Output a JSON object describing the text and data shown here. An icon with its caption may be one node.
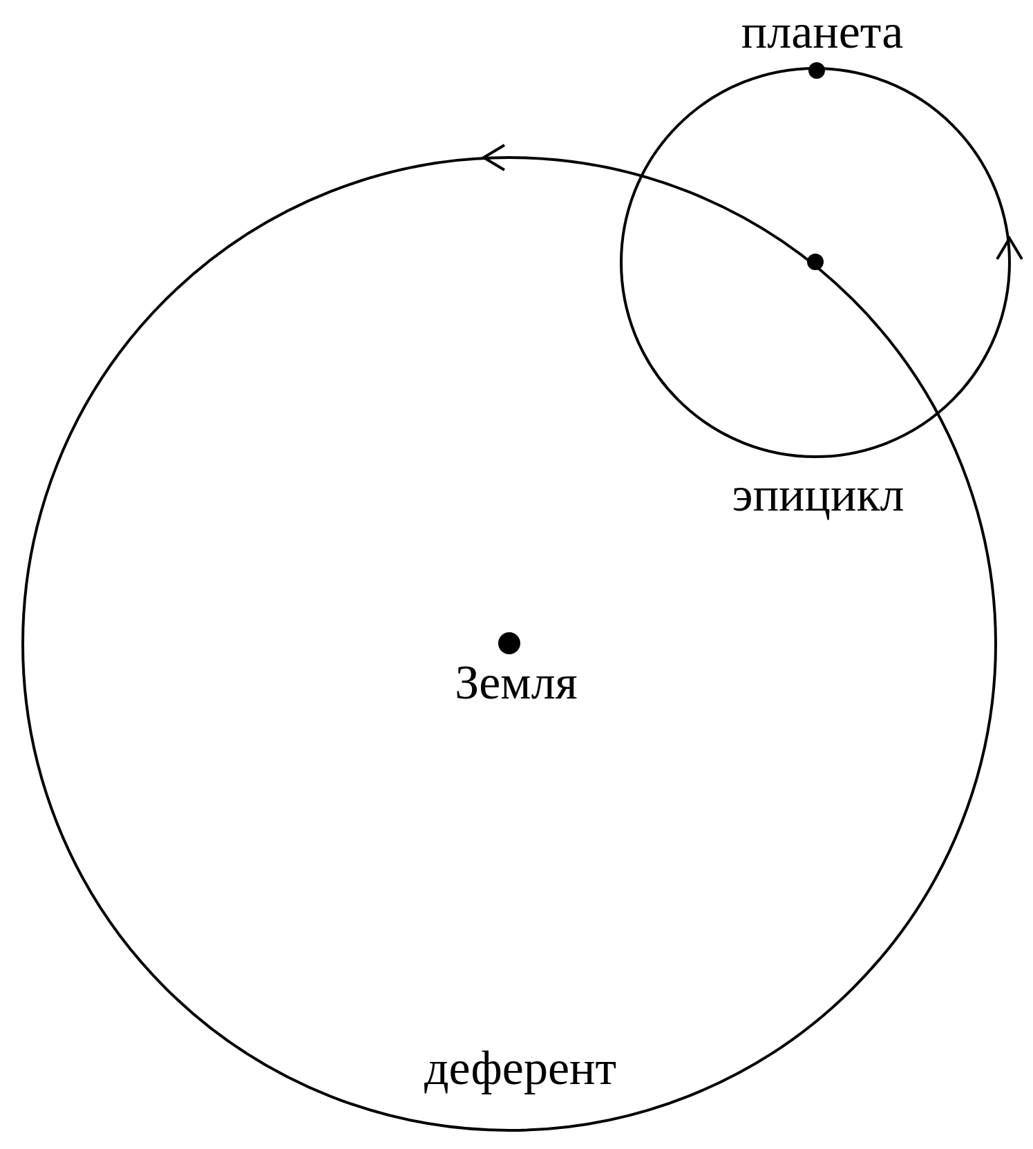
{
  "diagram": {
    "labels": [
      "планета",
      "эпицикл",
      "Земля",
      "деферент"
    ]
  }
}
